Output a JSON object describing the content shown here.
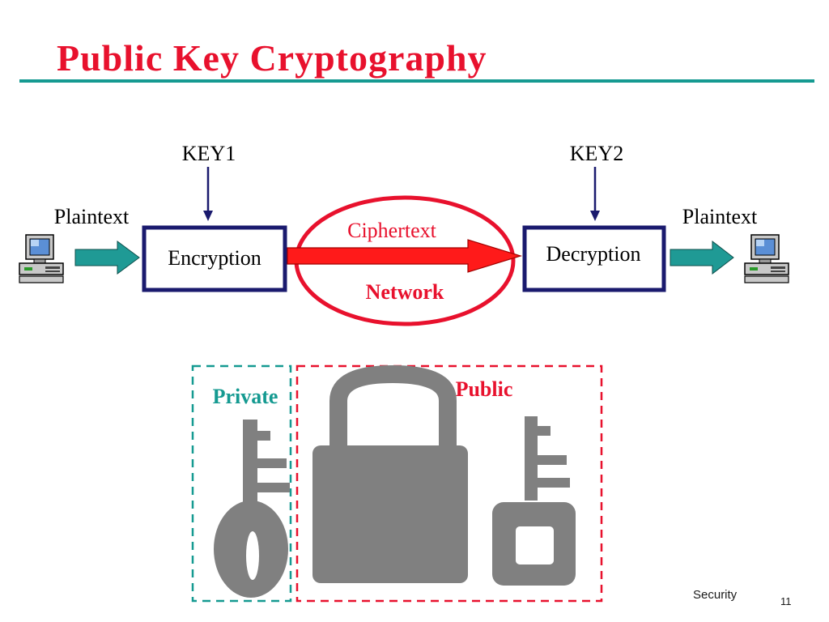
{
  "title": "Public Key Cryptography",
  "flow": {
    "key1": "KEY1",
    "key2": "KEY2",
    "plaintext_left": "Plaintext",
    "plaintext_right": "Plaintext",
    "encryption": "Encryption",
    "decryption": "Decryption",
    "ciphertext": "Ciphertext",
    "network": "Network"
  },
  "keys": {
    "private_label": "Private",
    "public_label": "Public"
  },
  "footer": {
    "section": "Security",
    "page": "11"
  },
  "colors": {
    "title": "#e8112d",
    "rule": "#159a91",
    "box_border": "#1a1a6e",
    "network_red": "#e8112d",
    "teal_arrow": "#1f9a95",
    "key_gray": "#808080"
  },
  "icons": [
    "computer-icon",
    "padlock-icon",
    "key-icon"
  ]
}
